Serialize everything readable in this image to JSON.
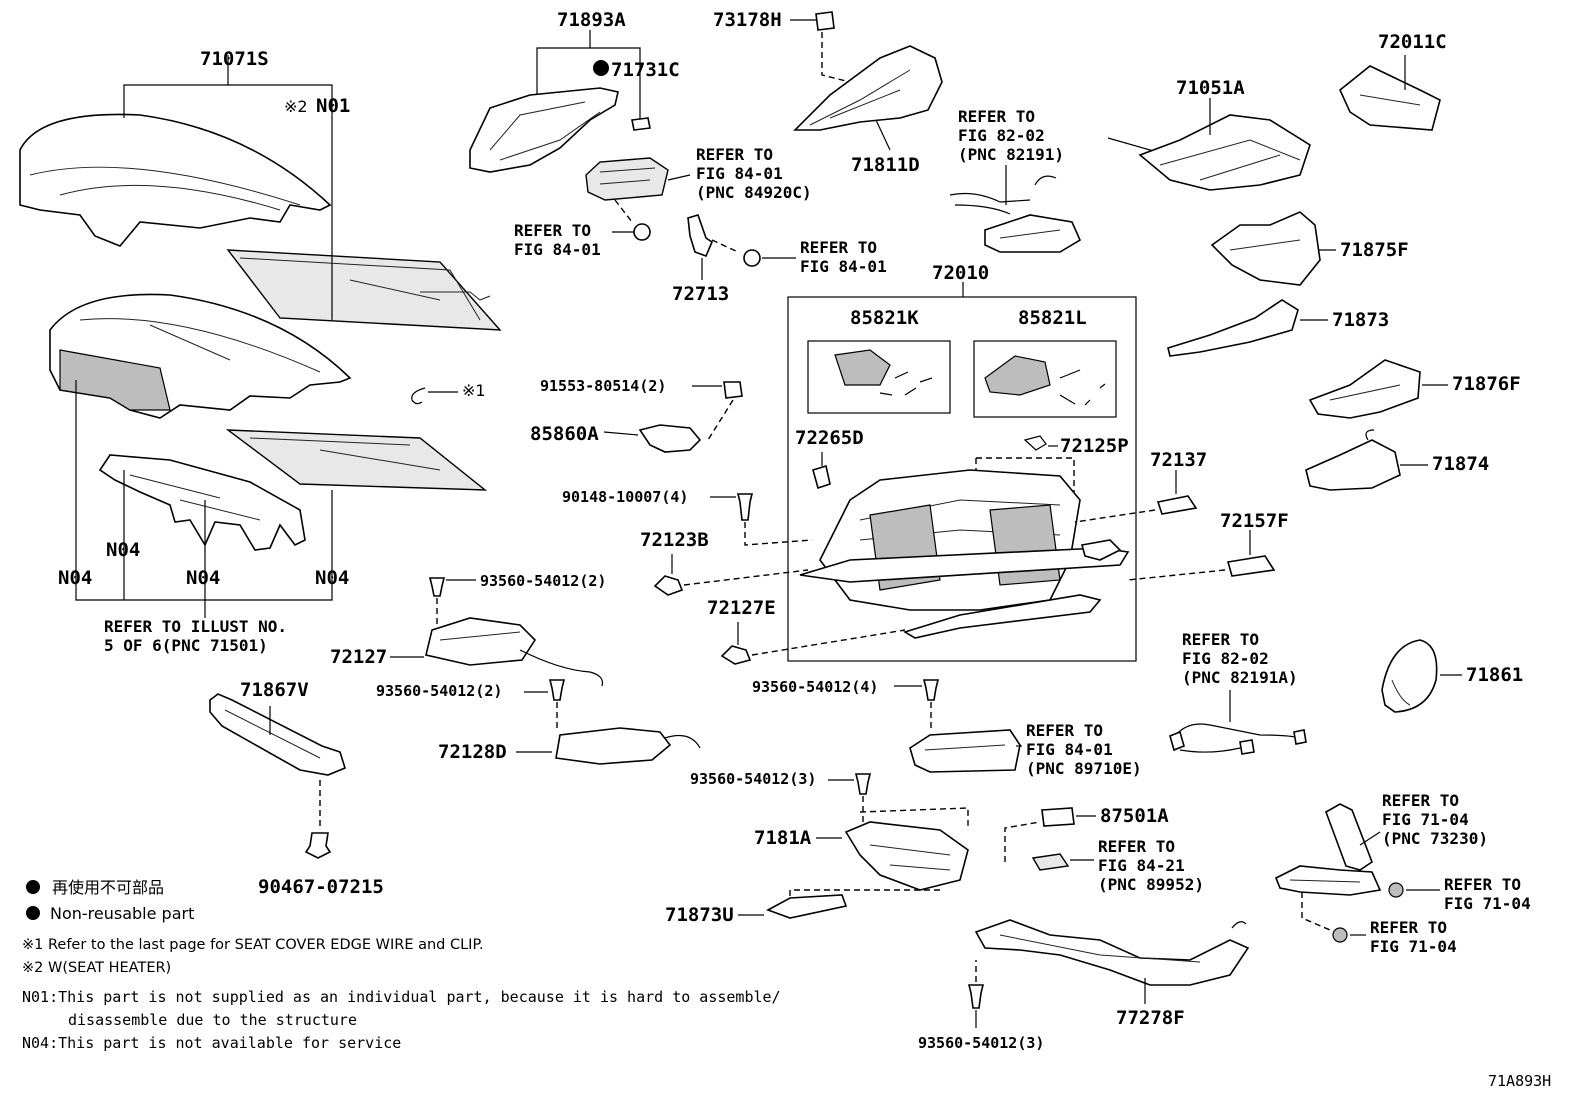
{
  "labels": {
    "p71071S": "71071S",
    "p71893A": "71893A",
    "p71731C": "71731C",
    "p73178H": "73178H",
    "p72011C": "72011C",
    "p71051A": "71051A",
    "p71811D": "71811D",
    "p71875F": "71875F",
    "p71873": "71873",
    "p71876F": "71876F",
    "p71874": "71874",
    "p72713": "72713",
    "p72010": "72010",
    "p85821K": "85821K",
    "p85821L": "85821L",
    "p91553": "91553-80514(2)",
    "p85860A": "85860A",
    "p72265D": "72265D",
    "p72125P": "72125P",
    "p72137": "72137",
    "p90148": "90148-10007(4)",
    "p72123B": "72123B",
    "p72157F": "72157F",
    "p93560_2a": "93560-54012(2)",
    "p72127E": "72127E",
    "p72127": "72127",
    "p93560_2b": "93560-54012(2)",
    "p93560_4": "93560-54012(4)",
    "p72128D": "72128D",
    "p71861": "71861",
    "p71867V": "71867V",
    "p93560_3a": "93560-54012(3)",
    "p87501A": "87501A",
    "p7181A": "7181A",
    "p71873U": "71873U",
    "p90467": "90467-07215",
    "p77278F": "77278F",
    "p93560_3b": "93560-54012(3)",
    "n01": "N01",
    "n04a": "N04",
    "n04b": "N04",
    "n04c": "N04",
    "n04d": "N04",
    "x2": "※2",
    "x1": "※1",
    "diagram_id": "71A893H"
  },
  "refs": {
    "r1": [
      "REFER TO",
      "FIG 84-01",
      "(PNC 84920C)"
    ],
    "r2": [
      "REFER TO",
      "FIG 84-01"
    ],
    "r3": [
      "REFER TO",
      "FIG 84-01"
    ],
    "r4": [
      "REFER TO",
      "FIG 82-02",
      "(PNC 82191)"
    ],
    "r5": [
      "REFER TO ILLUST NO.",
      "5 OF 6(PNC 71501)"
    ],
    "r6": [
      "REFER TO",
      "FIG 82-02",
      "(PNC 82191A)"
    ],
    "r7": [
      "REFER TO",
      "FIG 84-01",
      "(PNC 89710E)"
    ],
    "r8": [
      "REFER TO",
      "FIG 84-21",
      "(PNC 89952)"
    ],
    "r9": [
      "REFER TO",
      "FIG 71-04",
      "(PNC 73230)"
    ],
    "r10": [
      "REFER TO",
      "FIG 71-04"
    ],
    "r11": [
      "REFER TO",
      "FIG 71-04"
    ]
  },
  "legend": {
    "jp": "再使用不可部品",
    "en": "Non-reusable part",
    "note1": "※1 Refer to the last page for SEAT COVER EDGE WIRE and CLIP.",
    "note2": "※2 W(SEAT HEATER)",
    "n01_line1": "N01:This part is not supplied as an individual part, because it is hard to assemble/",
    "n01_line2": "disassemble due to the structure",
    "n04_line": "N04:This part is not available for service"
  }
}
